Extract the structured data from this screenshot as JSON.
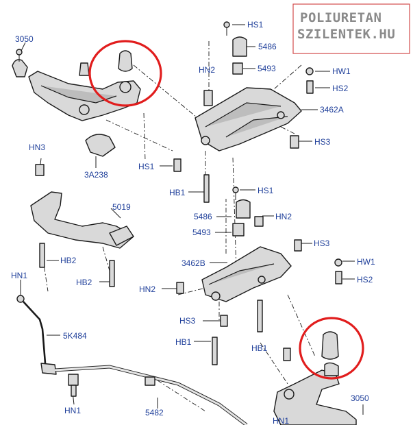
{
  "watermark": {
    "line1": "POLIURETAN",
    "line2": "SZILENTEK.HU"
  },
  "labels": {
    "hs1_top": "HS1",
    "n5486_top": "5486",
    "hn2_top": "HN2",
    "n5493_top": "5493",
    "hw1_top": "HW1",
    "hs2_top": "HS2",
    "n3462a": "3462A",
    "hs3_top": "HS3",
    "hs1_mid": "HS1",
    "hb1_mid": "HB1",
    "n3050_top": "3050",
    "n3a238": "3A238",
    "hn3": "HN3",
    "n5019": "5019",
    "hb2_a": "HB2",
    "hb2_b": "HB2",
    "hs1_low": "HS1",
    "n5486_low": "5486",
    "hn2_low": "HN2",
    "n5493_low": "5493",
    "hs3_low": "HS3",
    "n3462b": "3462B",
    "hw1_low": "HW1",
    "hs2_low": "HS2",
    "hn2_left": "HN2",
    "hs3_bottom": "HS3",
    "hb1_left": "HB1",
    "hb1_right": "HB1",
    "hn1_top": "HN1",
    "n5k484": "5K484",
    "hn1_bottom": "HN1",
    "n5482": "5482",
    "n3050_bottom": "3050",
    "hn1_right": "HN1"
  }
}
